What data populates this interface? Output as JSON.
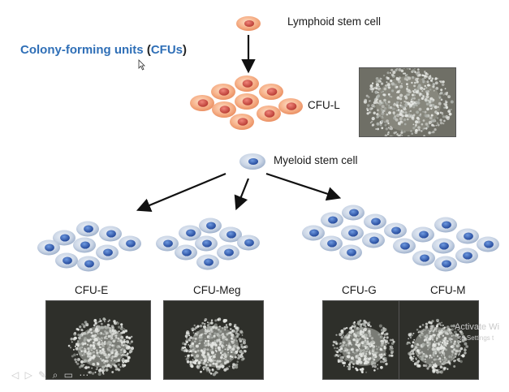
{
  "title": {
    "main": "Colony-forming units",
    "open": "(",
    "abbr": "CFUs",
    "close": ")"
  },
  "labels": {
    "lymphoid": "Lymphoid stem cell",
    "cfu_l": "CFU-L",
    "myeloid": "Myeloid stem cell",
    "cfu_e": "CFU-E",
    "cfu_meg": "CFU-Meg",
    "cfu_g": "CFU-G",
    "cfu_m": "CFU-M"
  },
  "watermark": {
    "line1": "Activate Wi",
    "line2": "to Settings t"
  },
  "colors": {
    "title_blue": "#2f6fb7",
    "lymphoid_cell": "#f6b08a",
    "lymphoid_nucleus": "#d8554a",
    "myeloid_cell": "#c9d6e8",
    "myeloid_nucleus": "#3a67b5",
    "photo_bg": "#2e2f2a"
  },
  "icons": [
    "mouse-cursor-icon",
    "arrow-down-icon",
    "arrow-left-diagonal-icon",
    "arrow-right-diagonal-icon"
  ]
}
